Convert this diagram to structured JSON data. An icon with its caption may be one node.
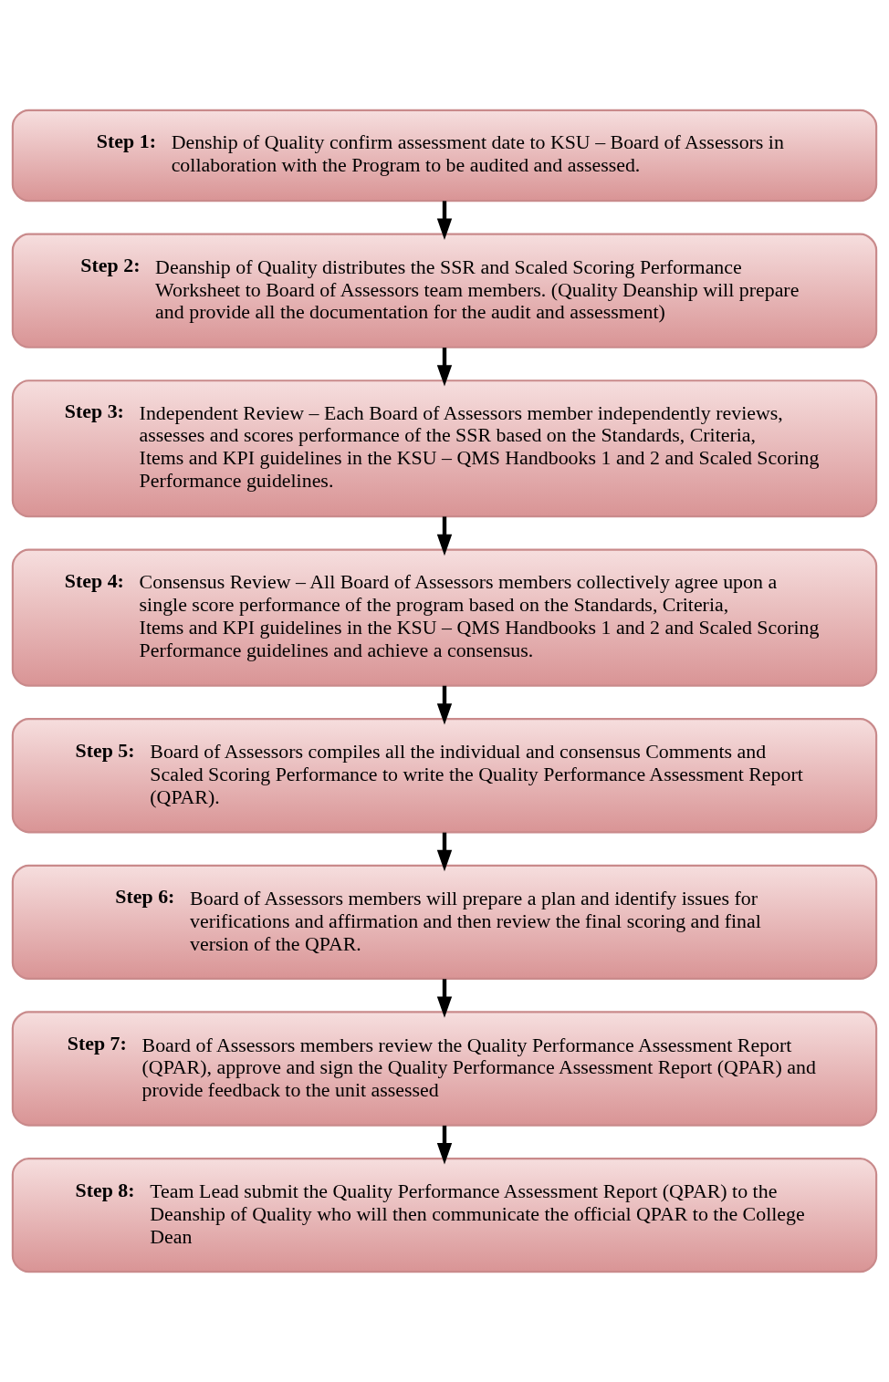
{
  "diagram": {
    "nodes": [
      {
        "text": [
          "Step 1:",
          "Denship of Quality confirm assessment date to KSU – Board of Assessors in collaboration with the Program to be audited and assessed."
        ]
      },
      {
        "text": [
          "Step 2:",
          "Deanship of Quality distributes the SSR and Scaled Scoring Performance Worksheet to Board of Assessors team members. (Quality Deanship will prepare and provide all the documentation for the audit and assessment)"
        ]
      },
      {
        "text": [
          "Step 3:",
          "Independent Review – Each Board of Assessors member independently reviews, assesses and scores performance of the SSR based on the Standards, Criteria, Items and KPI guidelines in the KSU – QMS Handbooks 1 and 2 and Scaled Scoring Performance guidelines."
        ]
      },
      {
        "text": [
          "Step 4:",
          "Consensus Review – All Board of Assessors members collectively agree upon a single score performance of the program based on the Standards, Criteria, Items and KPI guidelines in the KSU – QMS Handbooks 1 and 2 and Scaled Scoring Performance guidelines and achieve a consensus."
        ]
      },
      {
        "text": [
          "Step 5:",
          "Board of Assessors compiles all the individual and consensus Comments and Scaled Scoring Performance to write the Quality Performance Assessment Report (QPAR)."
        ]
      },
      {
        "text": [
          "Step 6:",
          "Board of Assessors members will prepare a plan and identify issues for verifications and affirmation and then review the final scoring and final version of the QPAR."
        ]
      },
      {
        "text": [
          "Step 7:",
          "Board of Assessors members review the Quality Performance Assessment Report (QPAR), approve and sign the Quality Performance Assessment Report (QPAR) and provide feedback to the unit assessed"
        ]
      },
      {
        "text": [
          "Step 8:",
          "Team Lead submit the Quality Performance Assessment Report (QPAR) to the Deanship of Quality who will then communicate the official QPAR to the College Dean"
        ]
      }
    ],
    "edges": [
      {
        "from": 0,
        "to": 1,
        "arrow": "to"
      },
      {
        "from": 1,
        "to": 2,
        "arrow": "to"
      },
      {
        "from": 2,
        "to": 3,
        "arrow": "to"
      },
      {
        "from": 3,
        "to": 4,
        "arrow": "to"
      },
      {
        "from": 4,
        "to": 5,
        "arrow": "to"
      },
      {
        "from": 5,
        "to": 6,
        "arrow": "to"
      },
      {
        "from": 6,
        "to": 7,
        "arrow": "to"
      }
    ]
  }
}
